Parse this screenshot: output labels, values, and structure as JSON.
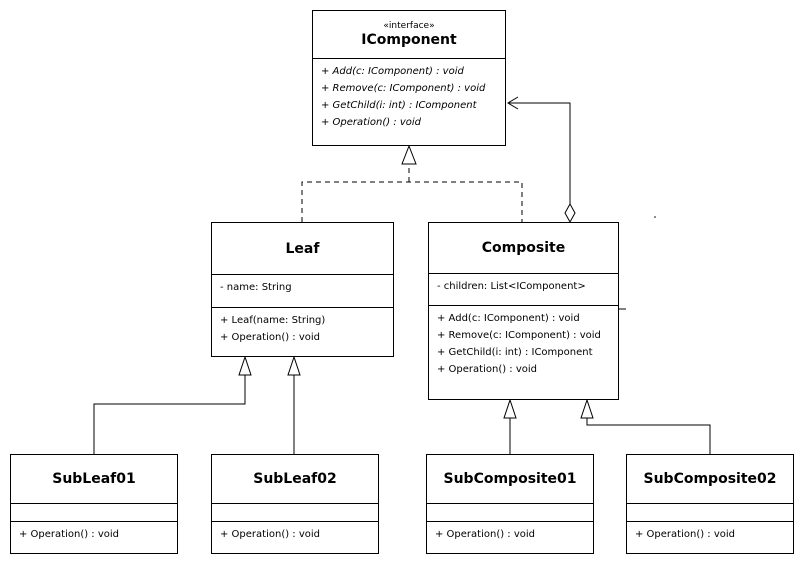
{
  "icomponent": {
    "stereotype": "«interface»",
    "name": "IComponent",
    "operations": [
      "+ Add(c: IComponent) : void",
      "+ Remove(c: IComponent) : void",
      "+ GetChild(i: int) : IComponent",
      "+ Operation() : void"
    ]
  },
  "leaf": {
    "name": "Leaf",
    "attributes": [
      "- name: String"
    ],
    "operations": [
      "+ Leaf(name: String)",
      "+ Operation() : void"
    ]
  },
  "composite": {
    "name": "Composite",
    "attributes": [
      "- children: List<IComponent>"
    ],
    "operations": [
      "+ Add(c: IComponent) : void",
      "+ Remove(c: IComponent) : void",
      "+ GetChild(i: int) : IComponent",
      "+ Operation() : void"
    ]
  },
  "subleaf01": {
    "name": "SubLeaf01",
    "operations": [
      "+ Operation() : void"
    ]
  },
  "subleaf02": {
    "name": "SubLeaf02",
    "operations": [
      "+ Operation() : void"
    ]
  },
  "subcomposite01": {
    "name": "SubComposite01",
    "operations": [
      "+ Operation() : void"
    ]
  },
  "subcomposite02": {
    "name": "SubComposite02",
    "operations": [
      "+ Operation() : void"
    ]
  }
}
